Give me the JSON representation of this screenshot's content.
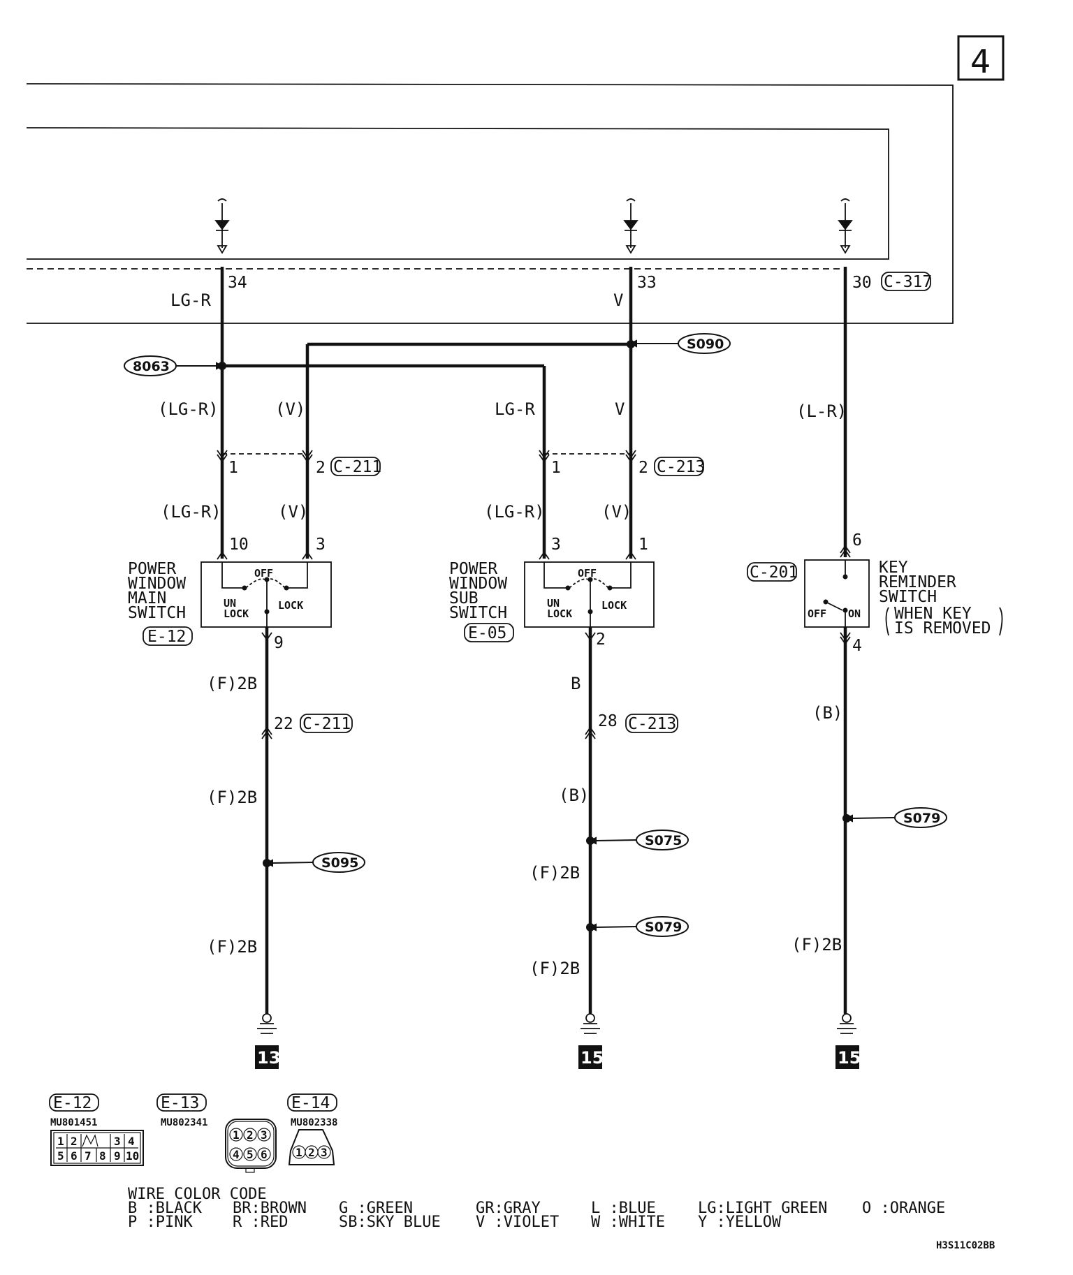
{
  "page_number": "4",
  "top_connector": {
    "name": "C-317",
    "pins": [
      "34",
      "33",
      "30"
    ],
    "wires": [
      "LG-R",
      "V",
      ""
    ]
  },
  "splices": {
    "s063": "8063",
    "s090": "S090",
    "s095": "S095",
    "s075": "S075",
    "s079_mid": "S079",
    "s079_right": "S079"
  },
  "main_switch": {
    "title_lines": [
      "POWER",
      "WINDOW",
      "MAIN",
      "SWITCH"
    ],
    "id": "E-12",
    "off": "OFF",
    "unlock_lines": [
      "UN",
      "LOCK"
    ],
    "lock": "LOCK",
    "connector": "C-211",
    "conn_pins": [
      "1",
      "2"
    ],
    "upper_wires": [
      "(LG-R)",
      "(V)"
    ],
    "lower_wires": [
      "(LG-R)",
      "(V)"
    ],
    "switch_pins": [
      "10",
      "3"
    ],
    "out_pin": "9",
    "ground_wires": [
      "(F)2B",
      "(F)2B",
      "(F)2B"
    ],
    "joint_pin": "22",
    "joint_connector": "C-211",
    "ground": "13"
  },
  "sub_switch": {
    "title_lines": [
      "POWER",
      "WINDOW",
      "SUB",
      "SWITCH"
    ],
    "id": "E-05",
    "off": "OFF",
    "unlock_lines": [
      "UN",
      "LOCK"
    ],
    "lock": "LOCK",
    "connector": "C-213",
    "conn_pins": [
      "1",
      "2"
    ],
    "upper_wires": [
      "LG-R",
      "V"
    ],
    "lower_wires": [
      "(LG-R)",
      "(V)"
    ],
    "switch_pins": [
      "3",
      "1"
    ],
    "out_pin": "2",
    "wire_b": "B",
    "joint_pin": "28",
    "joint_connector": "C-213",
    "wire_b2": "(B)",
    "ground_wires": [
      "(F)2B",
      "(F)2B"
    ],
    "ground": "15"
  },
  "key_switch": {
    "title_lines": [
      "KEY",
      "REMINDER",
      "SWITCH"
    ],
    "note_lines": [
      "WHEN KEY",
      "IS REMOVED"
    ],
    "connector": "C-201",
    "off": "OFF",
    "on": "ON",
    "upper_wire": "(L-R)",
    "in_pin": "6",
    "out_pin": "4",
    "wire_b": "(B)",
    "ground_wire": "(F)2B",
    "ground": "15"
  },
  "connector_views": [
    {
      "id": "E-12",
      "part": "MU801451",
      "pins_top": [
        "1",
        "2",
        "",
        "3",
        "4"
      ],
      "pins_bottom": [
        "5",
        "6",
        "7",
        "8",
        "9",
        "10"
      ]
    },
    {
      "id": "E-13",
      "part": "MU802341",
      "pins": [
        "1",
        "2",
        "3",
        "4",
        "5",
        "6"
      ]
    },
    {
      "id": "E-14",
      "part": "MU802338",
      "pins": [
        "1",
        "2",
        "3"
      ]
    }
  ],
  "wire_color_code": {
    "title": "WIRE COLOR CODE",
    "row1": [
      "B :BLACK",
      "BR:BROWN",
      "G :GREEN",
      "GR:GRAY",
      "L :BLUE",
      "LG:LIGHT GREEN",
      "O :ORANGE"
    ],
    "row2": [
      "P :PINK",
      "R :RED",
      "SB:SKY BLUE",
      "V :VIOLET",
      "W :WHITE",
      "Y :YELLOW"
    ]
  },
  "figure_code": "H3S11C02BB"
}
